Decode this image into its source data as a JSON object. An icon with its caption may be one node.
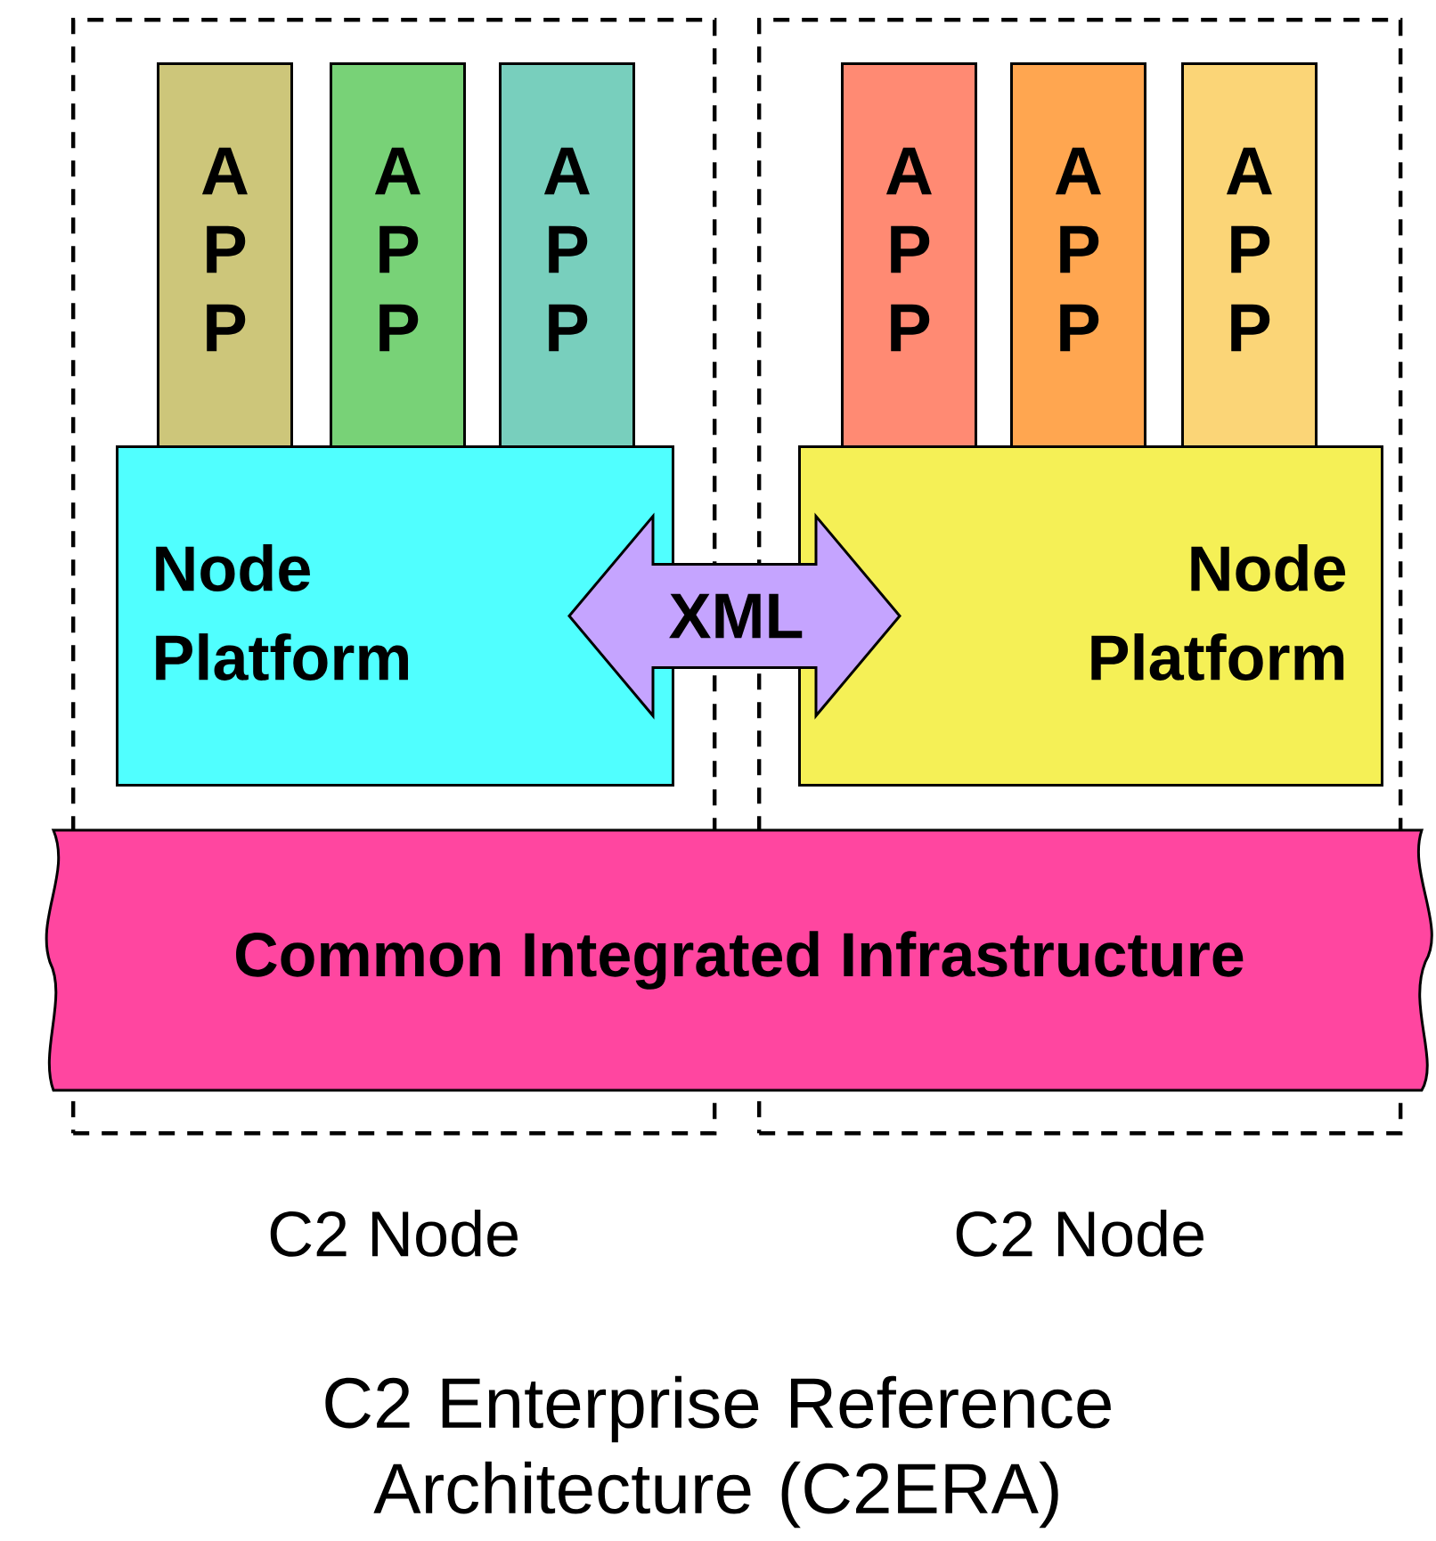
{
  "diagram": {
    "caption": "C2 Enterprise Reference Architecture (C2ERA)",
    "nodes": [
      {
        "text": [
          "C2 Node"
        ]
      },
      {
        "text": [
          "C2 Node"
        ]
      },
      {
        "text": [
          "A P P"
        ],
        "in": 0
      },
      {
        "text": [
          "A P P"
        ],
        "in": 0
      },
      {
        "text": [
          "A P P"
        ],
        "in": 0
      },
      {
        "text": [
          "Node Platform"
        ],
        "in": 0
      },
      {
        "text": [
          "A P P"
        ],
        "in": 1
      },
      {
        "text": [
          "A P P"
        ],
        "in": 1
      },
      {
        "text": [
          "A P P"
        ],
        "in": 1
      },
      {
        "text": [
          "Node Platform"
        ],
        "in": 1
      },
      {
        "text": [
          "Common Integrated Infrastructure"
        ]
      }
    ],
    "edges": [
      {
        "from": 5,
        "to": 9,
        "arrow": "both",
        "label": "XML"
      }
    ]
  }
}
